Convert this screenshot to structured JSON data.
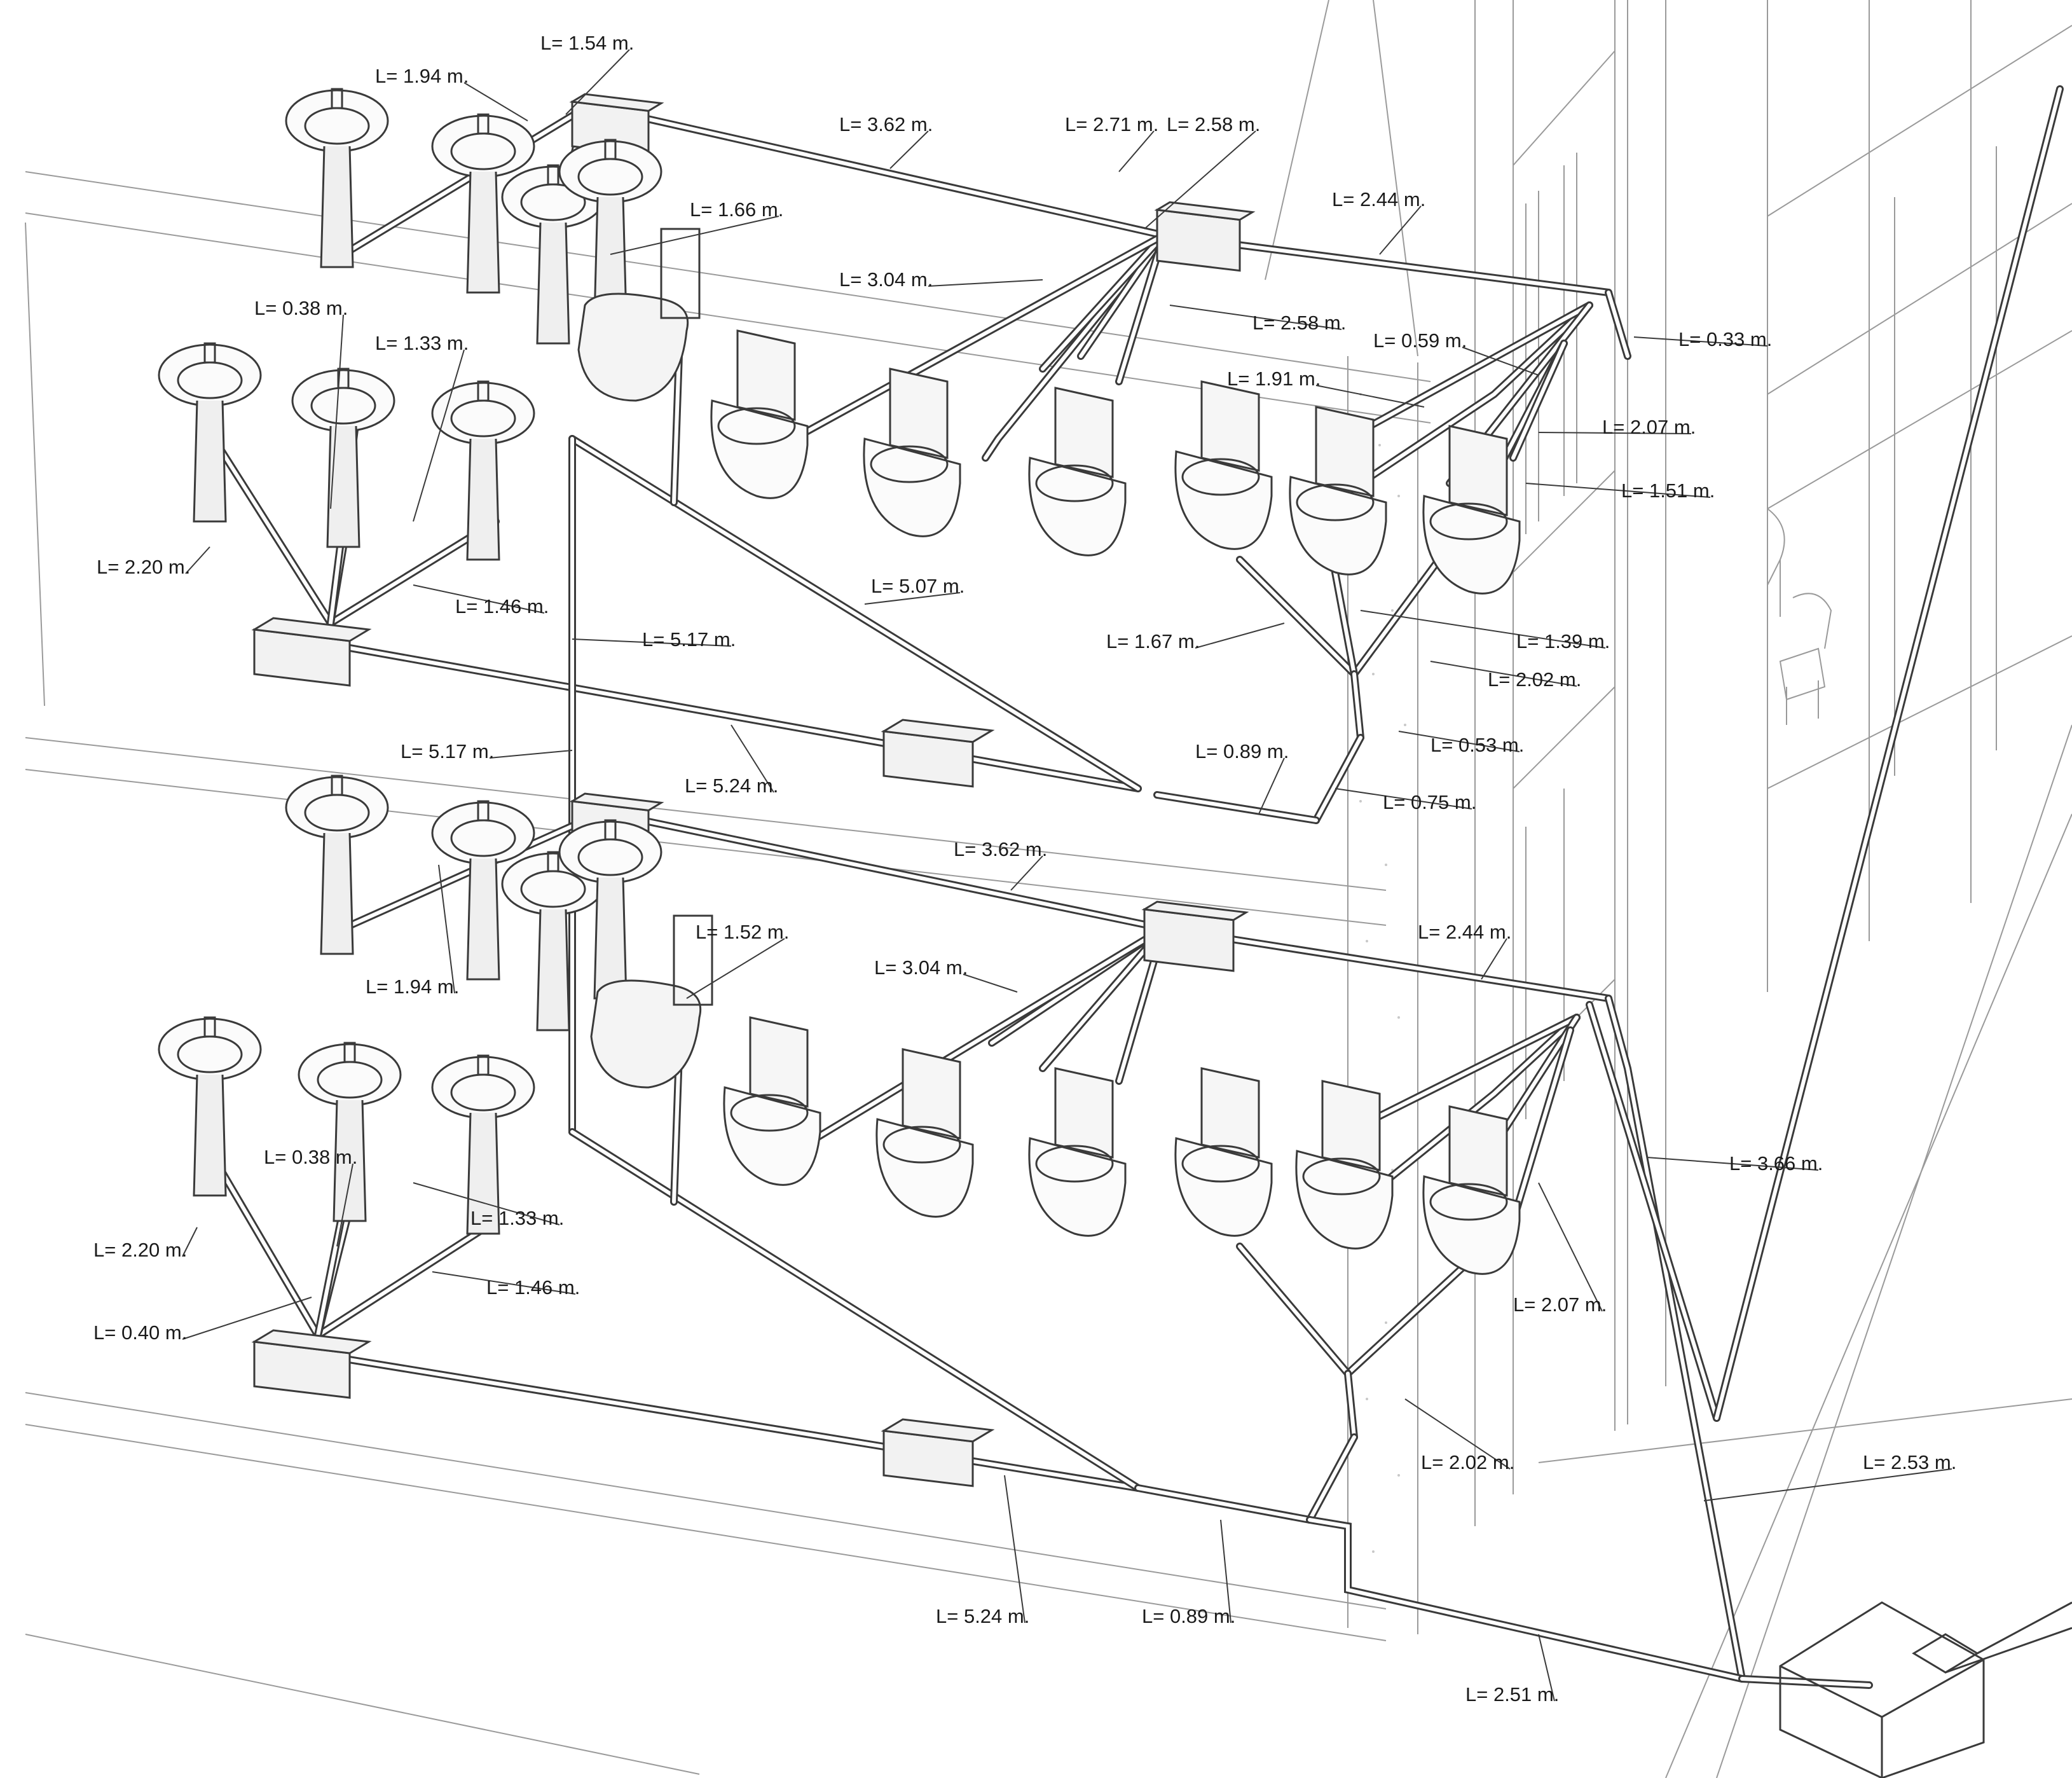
{
  "diagram": {
    "pipe_length_labels": [
      "L= 1.54  m.",
      "L= 1.94  m.",
      "L= 3.62  m.",
      "L= 2.71  m.",
      "L= 2.58  m.",
      "L= 1.66  m.",
      "L= 2.44  m.",
      "L= 3.04  m.",
      "L= 2.58  m.",
      "L= 0.38  m.",
      "L= 1.33  m.",
      "L= 0.59  m.",
      "L= 0.33  m.",
      "L= 1.91  m.",
      "L= 2.07  m.",
      "L= 1.51  m.",
      "L= 2.20  m.",
      "L= 5.07  m.",
      "L= 1.46  m.",
      "L= 5.17  m.",
      "L= 1.67  m.",
      "L= 1.39  m.",
      "L= 2.02  m.",
      "L= 5.17  m.",
      "L= 0.89  m.",
      "L= 0.53  m.",
      "L= 5.24  m.",
      "L= 0.75  m.",
      "L= 3.62  m.",
      "L= 2.44  m.",
      "L= 1.52  m.",
      "L= 1.94  m.",
      "L= 3.04  m.",
      "L= 0.38  m.",
      "L= 3.66  m.",
      "L= 1.33  m.",
      "L= 2.20  m.",
      "L= 1.46  m.",
      "L= 2.07  m.",
      "L= 0.40  m.",
      "L= 2.02  m.",
      "L= 2.53  m.",
      "L= 5.24  m.",
      "L= 0.89  m.",
      "L= 2.51  m."
    ],
    "colors": {
      "ink": "#1a1a1a",
      "line": "#3a3a3a",
      "faint": "#9a9a9a",
      "fill": "#f2f2f2"
    }
  }
}
